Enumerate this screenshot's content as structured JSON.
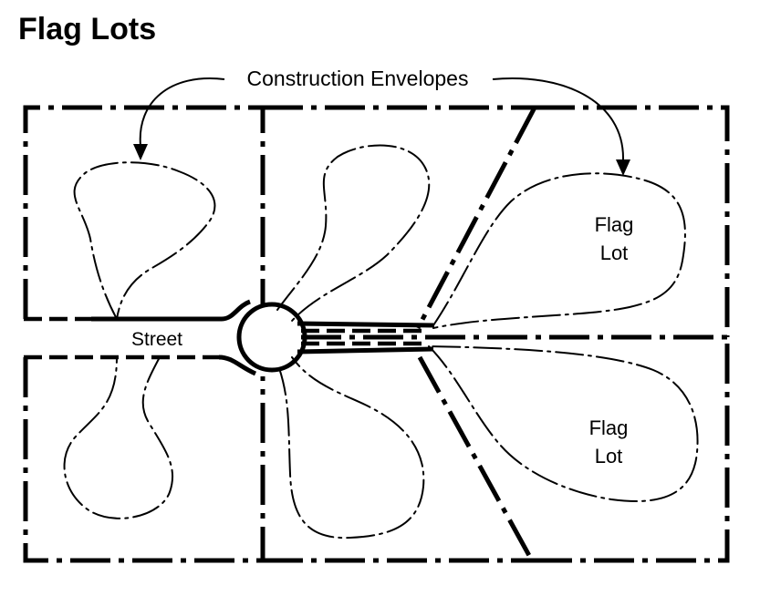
{
  "title": "Flag Lots",
  "annotation": {
    "label": "Construction Envelopes"
  },
  "street": {
    "label": "Street"
  },
  "flag_lots": [
    {
      "line1": "Flag",
      "line2": "Lot"
    },
    {
      "line1": "Flag",
      "line2": "Lot"
    }
  ],
  "colors": {
    "ink": "#000000",
    "background": "#ffffff"
  }
}
